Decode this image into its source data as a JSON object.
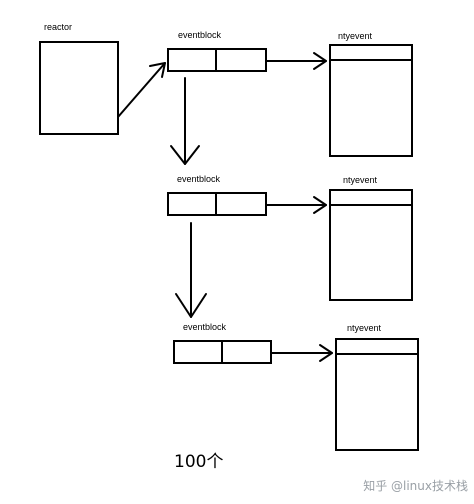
{
  "diagram": {
    "reactor_label": "reactor",
    "rows": [
      {
        "eventblock_label": "eventblock",
        "ntyevent_label": "ntyevent"
      },
      {
        "eventblock_label": "eventblock",
        "ntyevent_label": "ntyevent"
      },
      {
        "eventblock_label": "eventblock",
        "ntyevent_label": "ntyevent"
      }
    ],
    "count_label": "100个"
  },
  "watermark": "知乎 @linux技术栈"
}
